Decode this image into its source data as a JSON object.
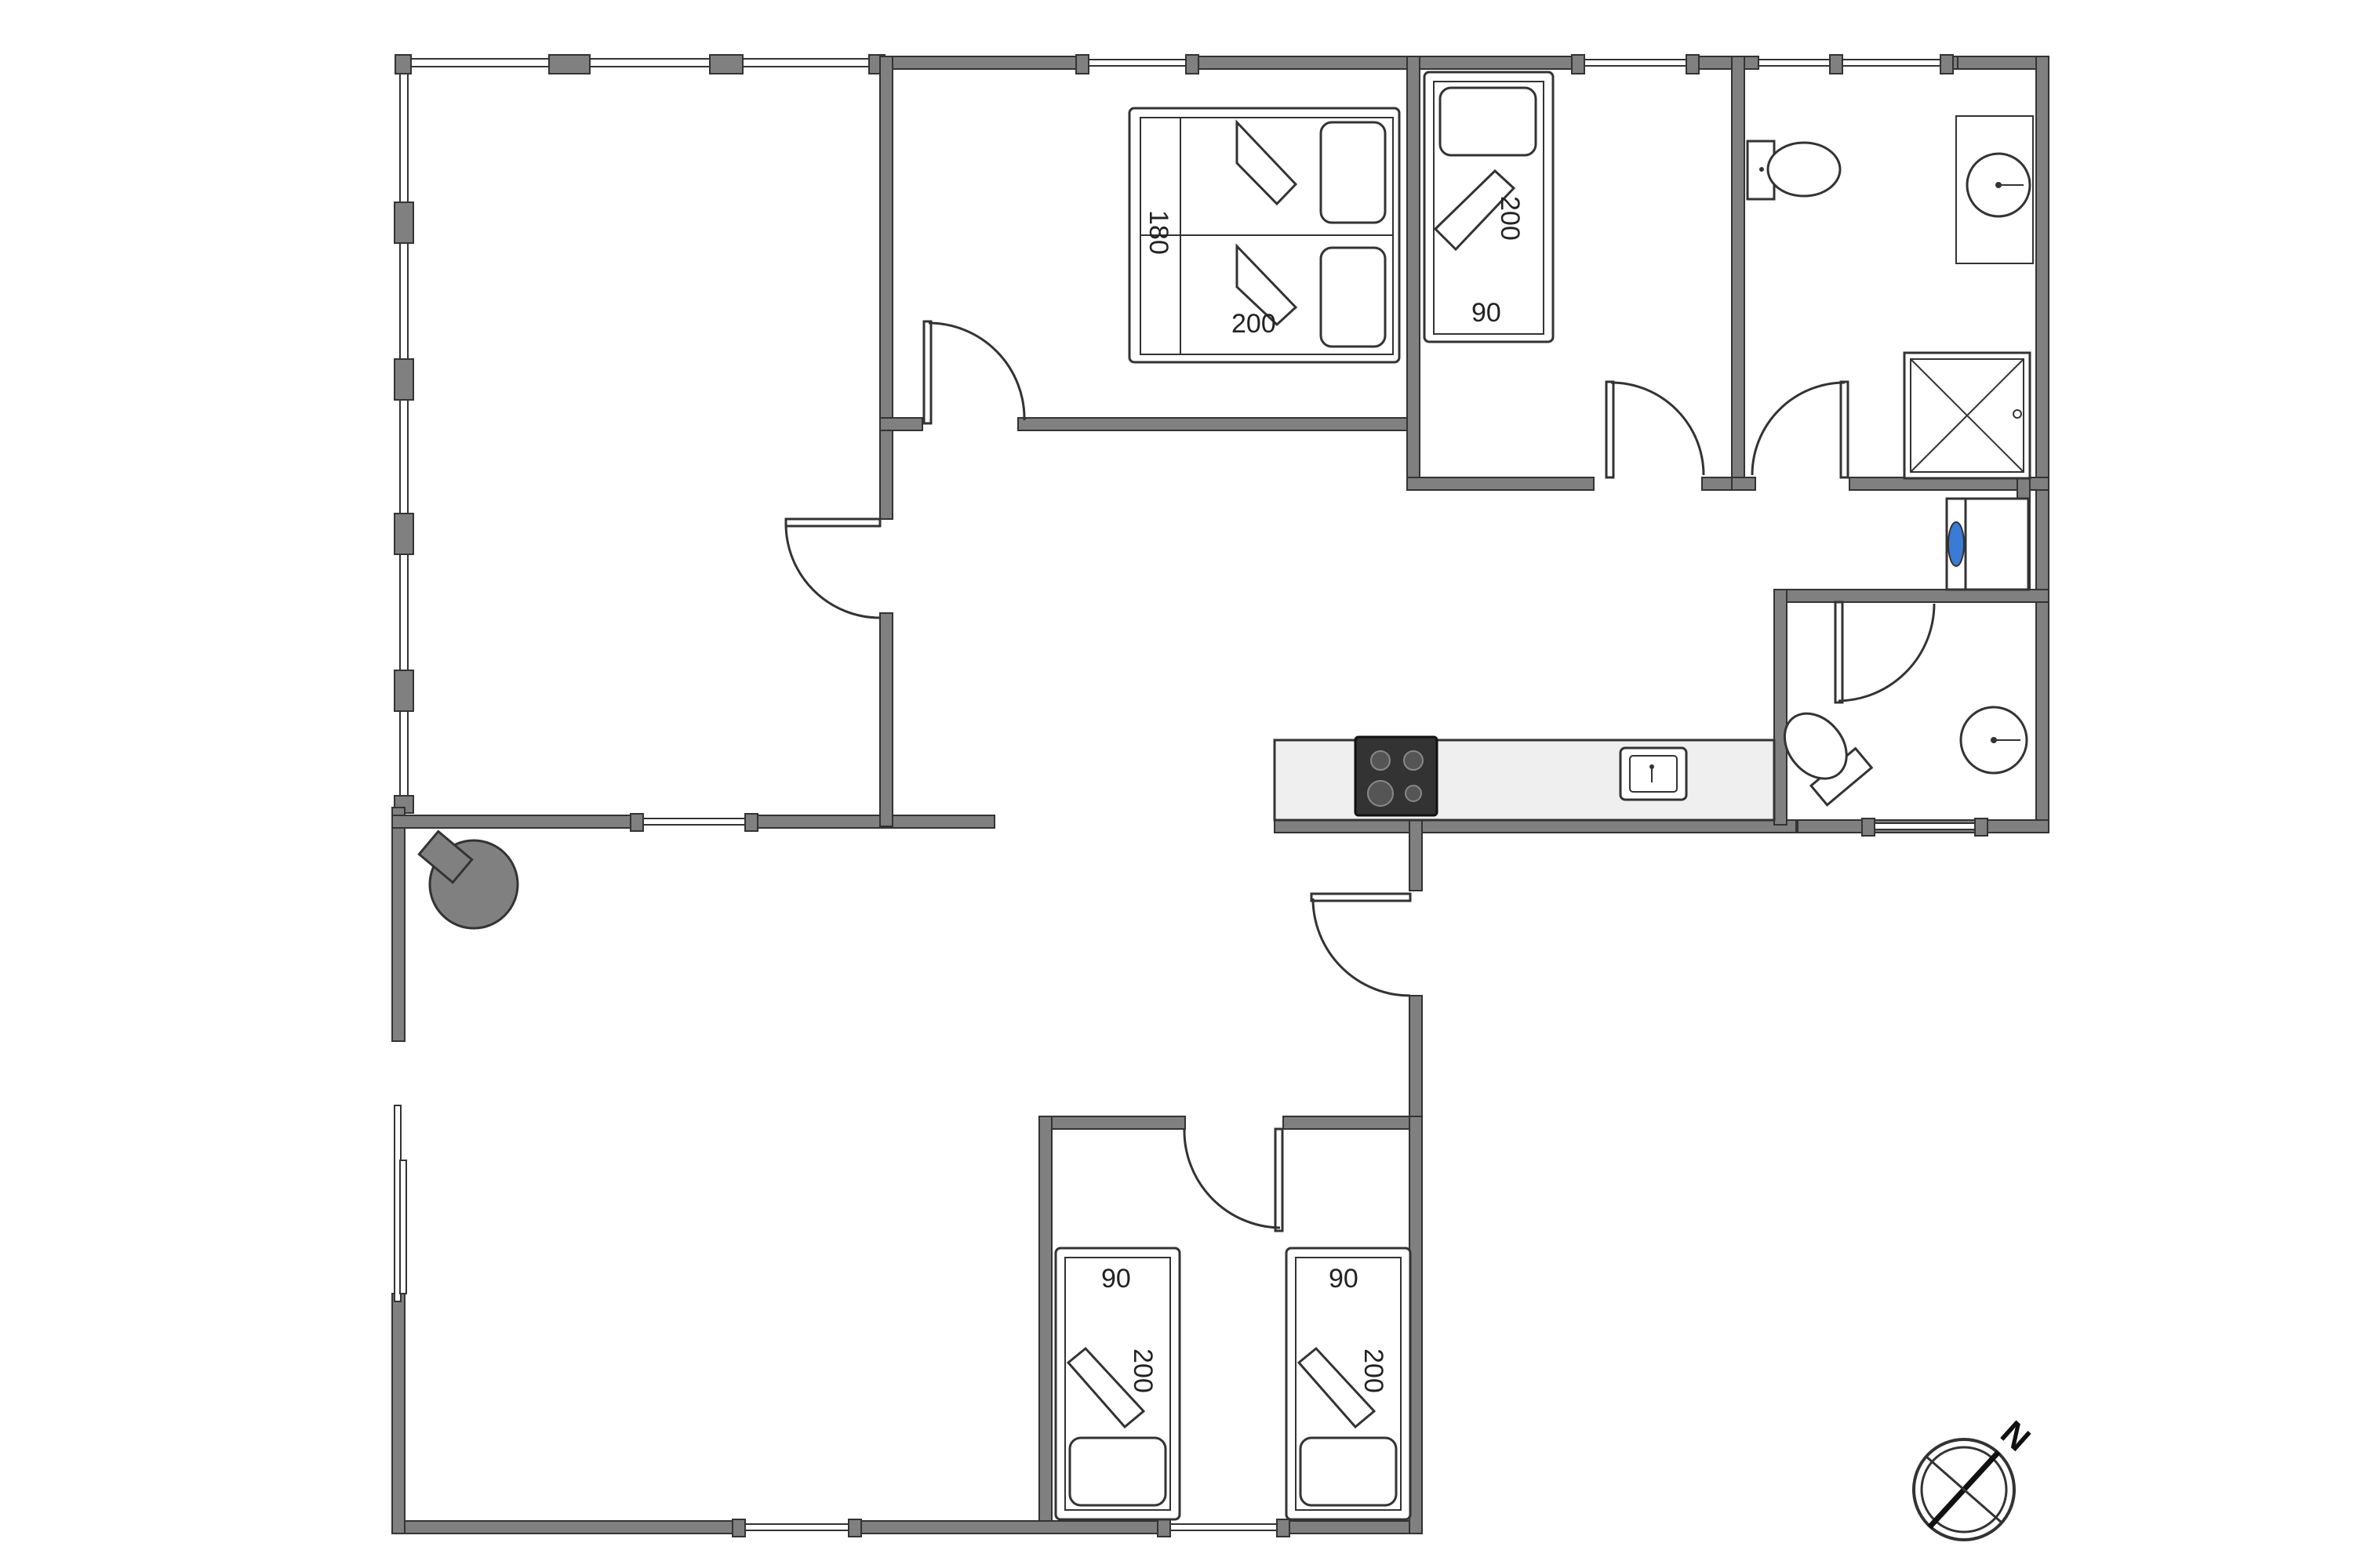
{
  "plan": {
    "bed_labels": {
      "double_width": "180",
      "double_length": "200",
      "single_top_length": "200",
      "single_top_width": "90",
      "single_left_width": "90",
      "single_left_length": "200",
      "single_right_width": "90",
      "single_right_length": "200"
    },
    "compass": {
      "north_label": "N"
    },
    "colors": {
      "wall": "#808080",
      "outline": "#333333",
      "hob": "#333333",
      "counter": "#efefef",
      "stove": "#808080",
      "washer_accent": "#3a7bd5"
    }
  }
}
